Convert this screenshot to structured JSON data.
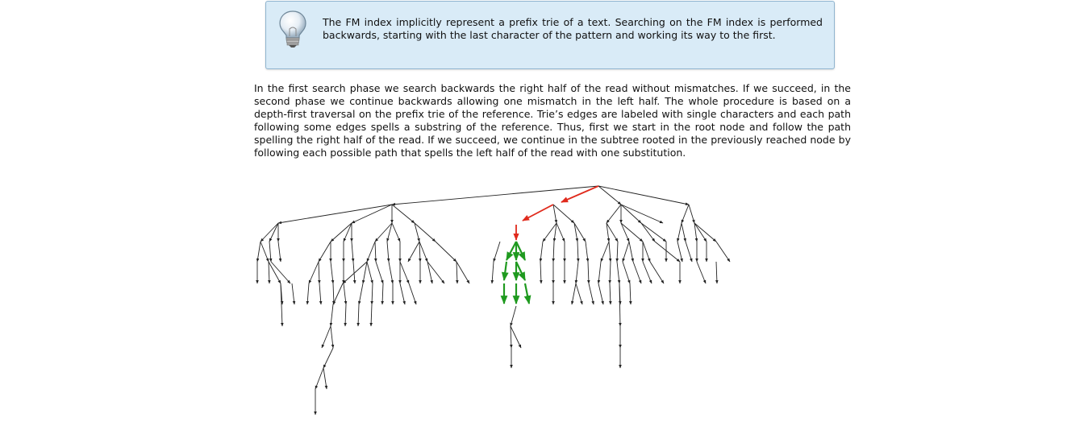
{
  "tip": {
    "icon": "lightbulb-icon",
    "text": "The FM index implicitly represent a prefix trie of a text. Searching on the FM index is performed backwards, starting with the last character of the pattern and working its way to the first."
  },
  "description": {
    "text": "In the first search phase we search backwards the right half of the read without mismatches. If we succeed, in the second phase we continue backwards allowing one mismatch in the left half. The whole procedure is based on a depth-first traversal on the prefix trie of the reference. Trie’s edges are labeled with single characters and each path following some edges spells a substring of the reference. Thus, first we start in the root node and follow the path spelling the right half of the read. If we succeed, we continue in the subtree rooted in the previously reached node by following each possible path that spells the left half of the read with one substitution."
  },
  "figure": {
    "type": "prefix-trie",
    "colors": {
      "edge": "#222222",
      "exact_match_path": "#e02a1c",
      "mismatch_search_paths": "#1f9a1f"
    }
  }
}
